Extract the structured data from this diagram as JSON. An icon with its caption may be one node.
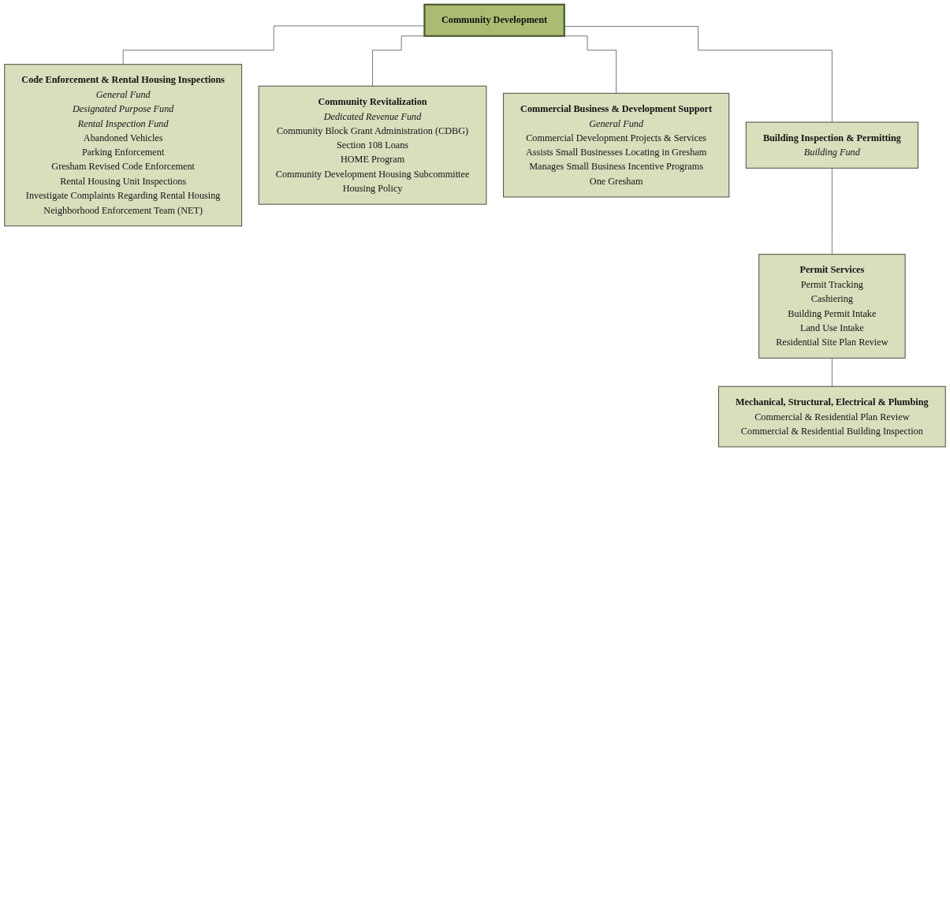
{
  "diagram": {
    "nodes": [
      {
        "text": [
          "Community Development"
        ]
      },
      {
        "text": [
          "Code Enforcement & Rental Housing Inspections",
          "General Fund",
          "Designated Purpose Fund",
          "Rental Inspection Fund",
          "Abandoned Vehicles",
          "Parking Enforcement",
          "Gresham Revised Code Enforcement",
          "Rental Housing Unit Inspections",
          "Investigate Complaints Regarding Rental Housing",
          "Neighborhood Enforcement Team (NET)"
        ]
      },
      {
        "text": [
          "Community Revitalization",
          "Dedicated Revenue Fund",
          "Community Block Grant Administration (CDBG)",
          "Section 108 Loans",
          "HOME Program",
          "Community Development Housing Subcommittee",
          "Housing Policy"
        ]
      },
      {
        "text": [
          "Commercial Business & Development Support",
          "General Fund",
          "Commercial Development Projects & Services",
          "Assists Small Businesses Locating in Gresham",
          "Manages Small Business Incentive Programs",
          "One Gresham"
        ]
      },
      {
        "text": [
          "Building Inspection & Permitting",
          "Building Fund"
        ]
      },
      {
        "text": [
          "Permit Services",
          "Permit Tracking",
          "Cashiering",
          "Building Permit Intake",
          "Land Use Intake",
          "Residential Site Plan Review"
        ]
      },
      {
        "text": [
          "Mechanical, Structural, Electrical & Plumbing",
          "Commercial & Residential Plan Review",
          "Commercial & Residential Building Inspection"
        ]
      }
    ],
    "edges": [
      {
        "from": 0,
        "to": 1,
        "arrow": "none"
      },
      {
        "from": 0,
        "to": 2,
        "arrow": "none"
      },
      {
        "from": 0,
        "to": 3,
        "arrow": "none"
      },
      {
        "from": 0,
        "to": 4,
        "arrow": "none"
      },
      {
        "from": 4,
        "to": 5,
        "arrow": "none"
      },
      {
        "from": 5,
        "to": 6,
        "arrow": "none"
      }
    ]
  }
}
